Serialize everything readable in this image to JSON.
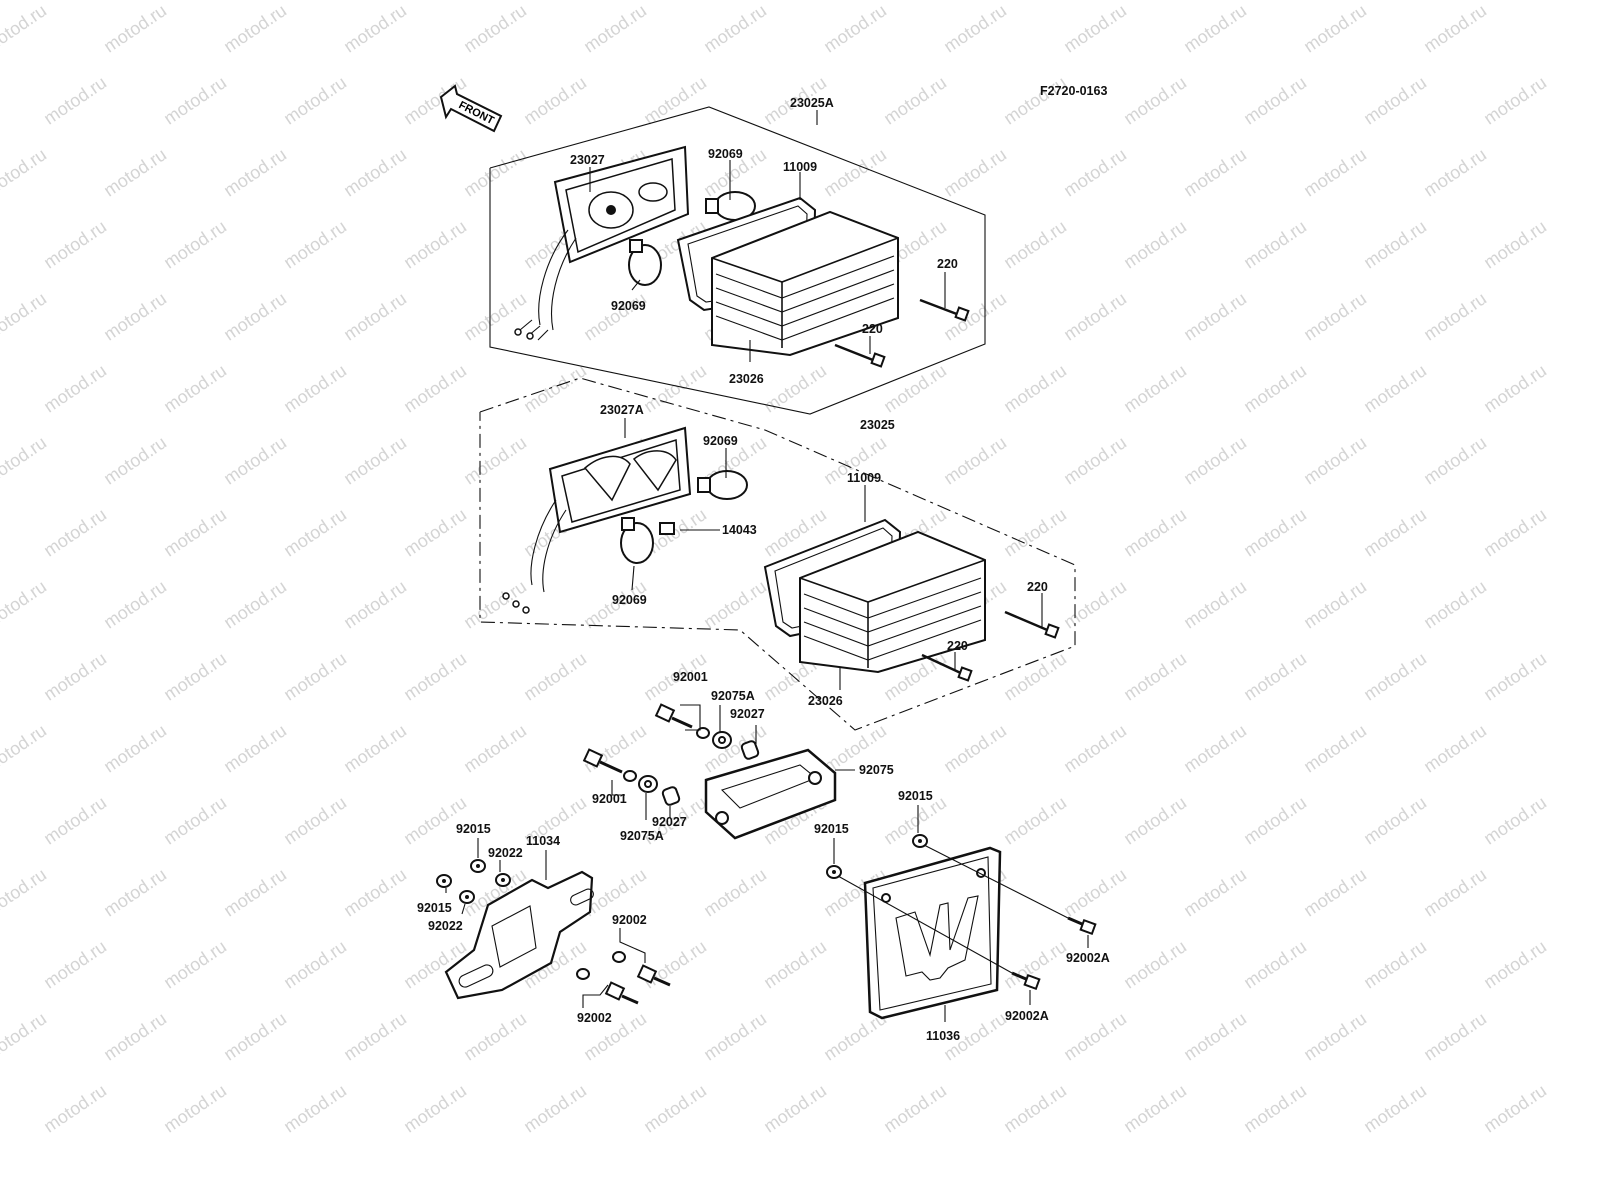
{
  "diagram": {
    "figure_code": "F2720-0163",
    "front_arrow": "FRONT",
    "watermark": "motod.ru",
    "assembly_upper": {
      "group_label": "23025A",
      "housing": "23027",
      "bulb_top": "92069",
      "bulb_bottom": "92069",
      "gasket": "11009",
      "lens": "23026",
      "screw_right": "220",
      "screw_bottom": "220"
    },
    "assembly_lower": {
      "group_label": "23025",
      "housing": "23027A",
      "bulb_top": "92069",
      "bulb_bottom": "92069",
      "grommet": "14043",
      "gasket": "11009",
      "lens": "23026",
      "screw_right": "220",
      "screw_bottom": "220"
    },
    "license_light": {
      "bolt_upper": "92001",
      "collar_upper": "92075A",
      "spacer_upper": "92027",
      "cover": "92075",
      "bolt_lower": "92001",
      "spacer_lower": "92027",
      "collar_lower": "92075A"
    },
    "bracket": {
      "label": "11034",
      "nut_a": "92015",
      "washer_a": "92022",
      "nut_b": "92015",
      "washer_b": "92022",
      "bolt_a": "92002",
      "bolt_b": "92002"
    },
    "plate_holder": {
      "label": "11036",
      "nut_a": "92015",
      "nut_b": "92015",
      "bolt_a": "92002A",
      "bolt_b": "92002A"
    }
  }
}
